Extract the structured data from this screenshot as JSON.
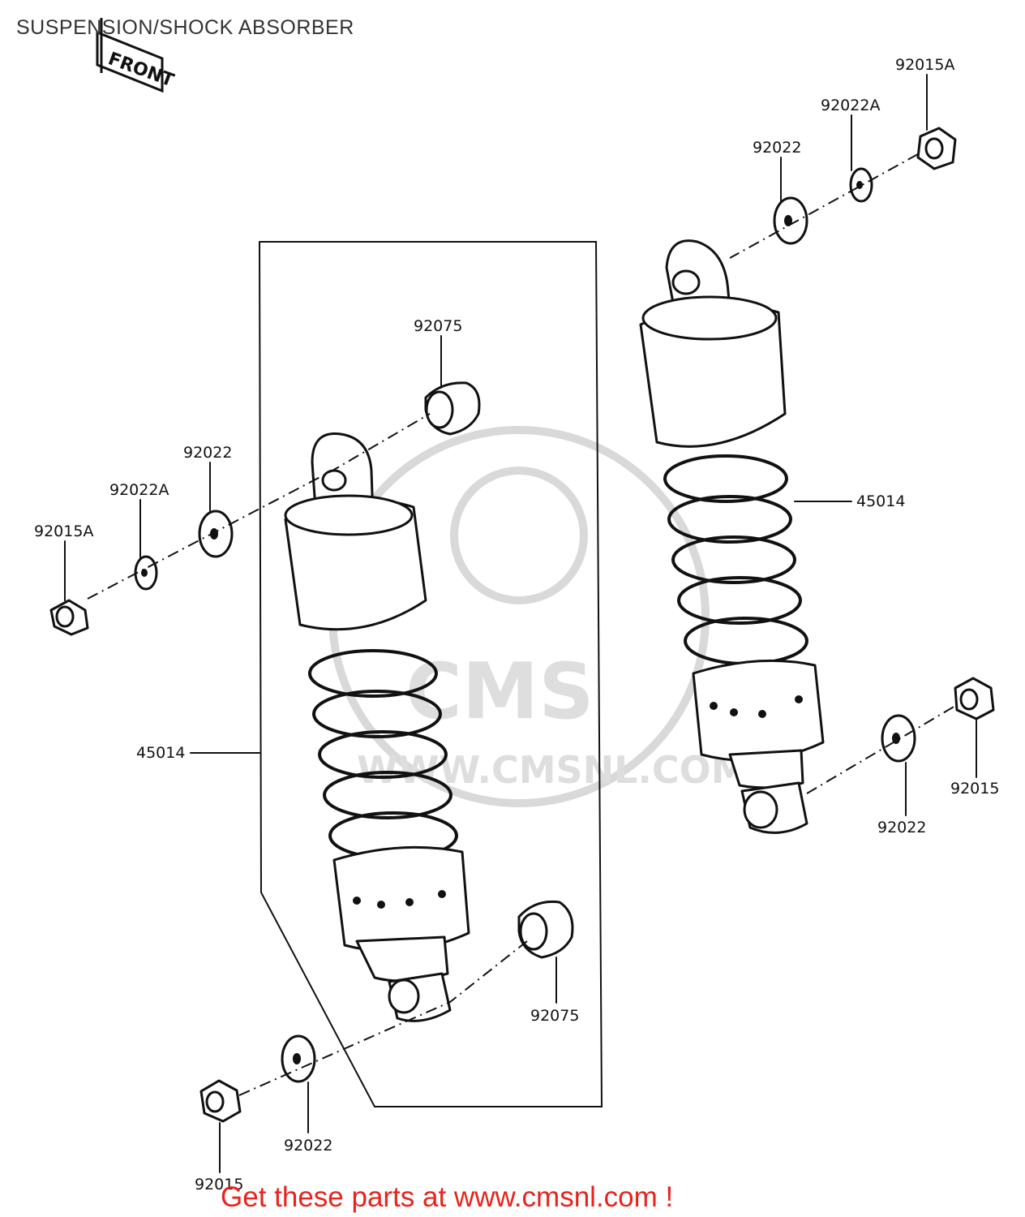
{
  "header": {
    "title": "SUSPENSION/SHOCK ABSORBER"
  },
  "direction_tag": {
    "text": "FRONT"
  },
  "watermark": {
    "brand": "CMS",
    "url": "WWW.CMSNL.COM"
  },
  "footer": {
    "promo": "Get these parts at www.cmsnl.com !",
    "promo_color": "#e8231b"
  },
  "callouts": {
    "nut_upper_right": "92015A",
    "lockwasher_upper_right": "92022A",
    "washer_upper_right": "92022",
    "bushing_upper_left": "92075",
    "washer_upper_left": "92022",
    "lockwasher_upper_left": "92022A",
    "nut_upper_left": "92015A",
    "shock_right": "45014",
    "shock_left": "45014",
    "washer_lower_right": "92022",
    "nut_lower_right": "92015",
    "bushing_lower_left": "92075",
    "washer_lower_left": "92022",
    "nut_lower_left": "92015"
  }
}
